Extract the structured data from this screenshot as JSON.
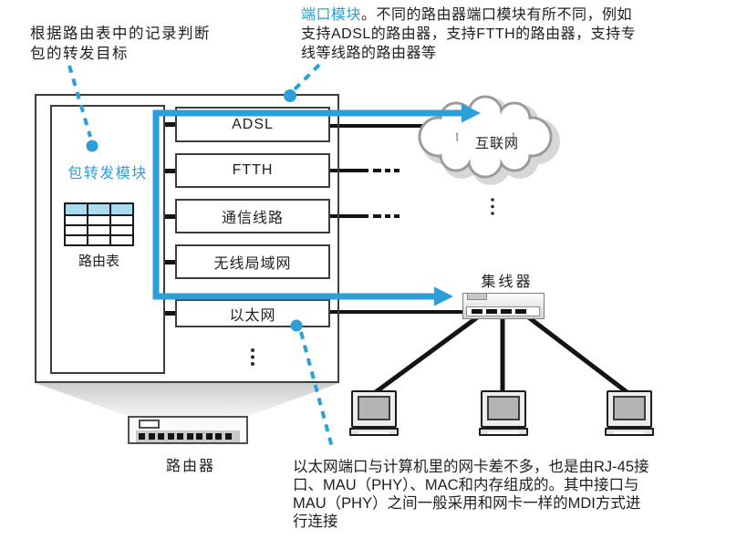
{
  "colors": {
    "accent_blue": "#2b9fd9",
    "table_header_fill": "#a9dbf1",
    "line_black": "#141414"
  },
  "annotations": {
    "routing": {
      "lines": [
        "根据路由表中的记录判断",
        "包的转发目标"
      ]
    },
    "port_module": {
      "title": "端口模块",
      "line1_rest": "。不同的路由器端口模块有所不同，例如",
      "line2": "支持ADSL的路由器，支持FTTH的路由器，支持专",
      "line3": "线等线路的路由器等"
    },
    "ethernet": {
      "lines": [
        "以太网端口与计算机里的网卡差不多，也是由RJ-45接",
        "口、MAU（PHY）、MAC和内存组成的。其中接口与",
        "MAU（PHY）之间一般采用和网卡一样的MDI方式进",
        "行连接"
      ]
    }
  },
  "router_diagram": {
    "forwarding_module_label": "包转发模块",
    "routing_table_label": "路由表",
    "port_labels": [
      "ADSL",
      "FTTH",
      "通信线路",
      "无线局域网",
      "以太网"
    ],
    "device_label": "路由器"
  },
  "network": {
    "internet_label": "互联网",
    "hub_label": "集线器"
  }
}
